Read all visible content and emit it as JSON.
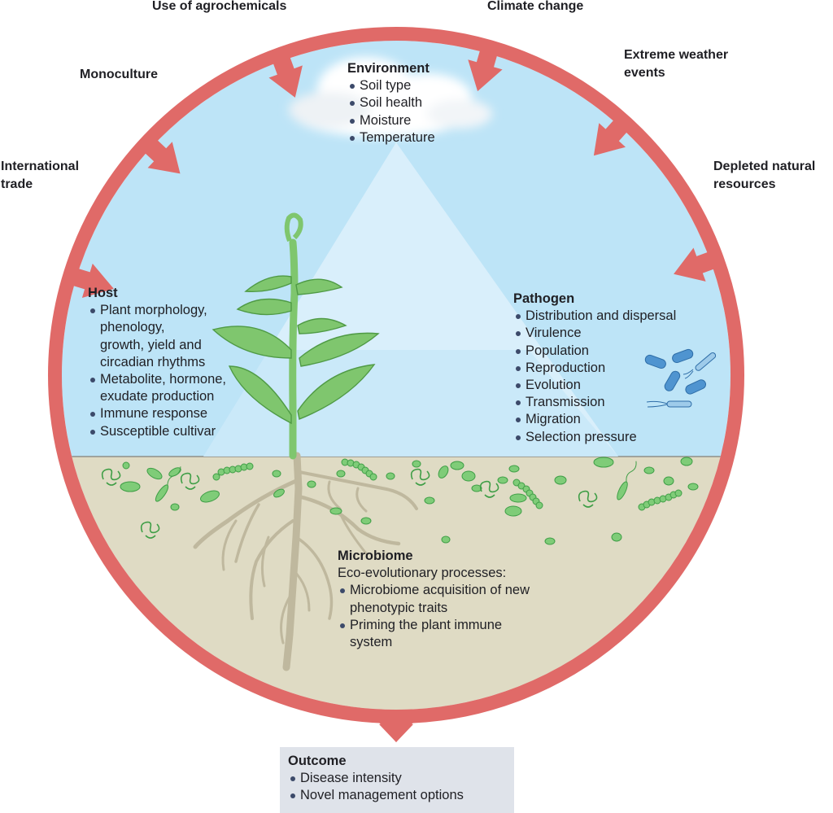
{
  "colors": {
    "ring": "#e06a68",
    "sky": "#bde4f7",
    "soil": "#dfdbc4",
    "plant": "#7fc66e",
    "plant_outline": "#4f9a45",
    "root": "#bfb89e",
    "microbe": "#7fcc78",
    "microbe_outline": "#3f9e46",
    "pathogen": "#4f94d0",
    "outcome_bg": "#dfe3ea",
    "text": "#1f1f24",
    "bullet": "#3c4a6a"
  },
  "drivers": [
    {
      "id": "agrochemicals",
      "label": "Use of agrochemicals"
    },
    {
      "id": "climate",
      "label": "Climate change"
    },
    {
      "id": "monoculture",
      "label": "Monoculture"
    },
    {
      "id": "weather",
      "label_line1": "Extreme weather",
      "label_line2": "events"
    },
    {
      "id": "trade",
      "label_line1": "International",
      "label_line2": "trade"
    },
    {
      "id": "resources",
      "label_line1": "Depleted natural",
      "label_line2": "resources"
    }
  ],
  "environment": {
    "title": "Environment",
    "items": [
      "Soil type",
      "Soil health",
      "Moisture",
      "Temperature"
    ]
  },
  "host": {
    "title": "Host",
    "items": [
      {
        "lines": [
          "Plant morphology,",
          "phenology,",
          "growth, yield and",
          "circadian rhythms"
        ]
      },
      {
        "lines": [
          "Metabolite, hormone,",
          "exudate production"
        ]
      },
      {
        "lines": [
          "Immune response"
        ]
      },
      {
        "lines": [
          "Susceptible cultivar"
        ]
      }
    ]
  },
  "pathogen": {
    "title": "Pathogen",
    "items": [
      "Distribution and dispersal",
      "Virulence",
      "Population",
      "Reproduction",
      "Evolution",
      "Transmission",
      "Migration",
      "Selection pressure"
    ]
  },
  "microbiome": {
    "title": "Microbiome",
    "subtitle": "Eco-evolutionary processes:",
    "items": [
      {
        "lines": [
          "Microbiome acquisition of new",
          "phenotypic traits"
        ]
      },
      {
        "lines": [
          "Priming the plant immune",
          "system"
        ]
      }
    ]
  },
  "outcome": {
    "title": "Outcome",
    "items": [
      "Disease intensity",
      "Novel management options"
    ]
  }
}
